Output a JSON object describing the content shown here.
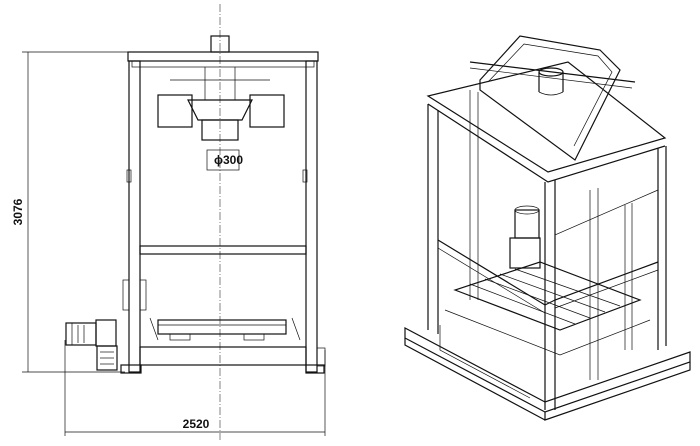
{
  "front_view": {
    "height_dimension": "3076",
    "width_dimension": "2520",
    "diameter_label": "ϕ300"
  },
  "iso_view": {}
}
